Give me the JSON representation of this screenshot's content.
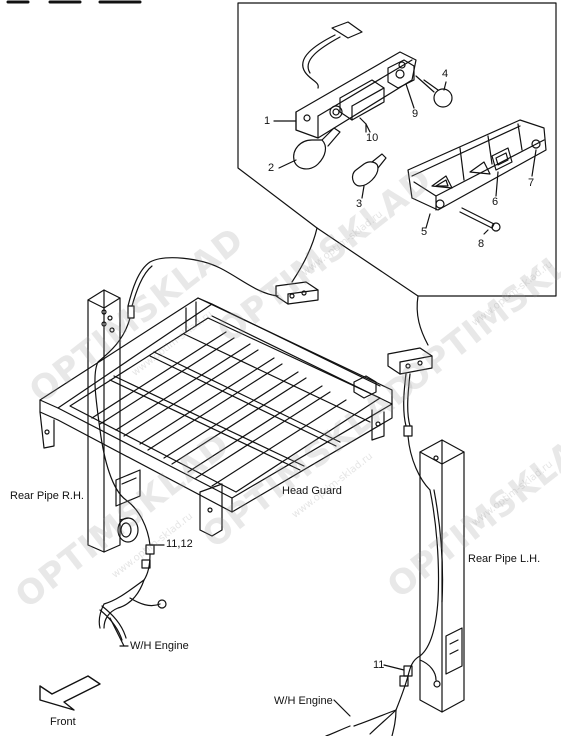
{
  "labels": {
    "rear_pipe_rh": "Rear Pipe R.H.",
    "head_guard": "Head Guard",
    "rear_pipe_lh": "Rear Pipe L.H.",
    "wh_engine_left": "W/H Engine",
    "wh_engine_right": "W/H Engine",
    "front": "Front"
  },
  "callouts": {
    "c1": "1",
    "c2": "2",
    "c3": "3",
    "c4": "4",
    "c5": "5",
    "c6": "6",
    "c7": "7",
    "c8": "8",
    "c9": "9",
    "c10": "10",
    "c11_12": "11,12",
    "c11": "11"
  },
  "watermark": {
    "brand": "OPTIMSKLAD",
    "site": "www.optim-sklad.ru"
  },
  "colors": {
    "line": "#111111",
    "watermark": "#9a9a9a"
  }
}
